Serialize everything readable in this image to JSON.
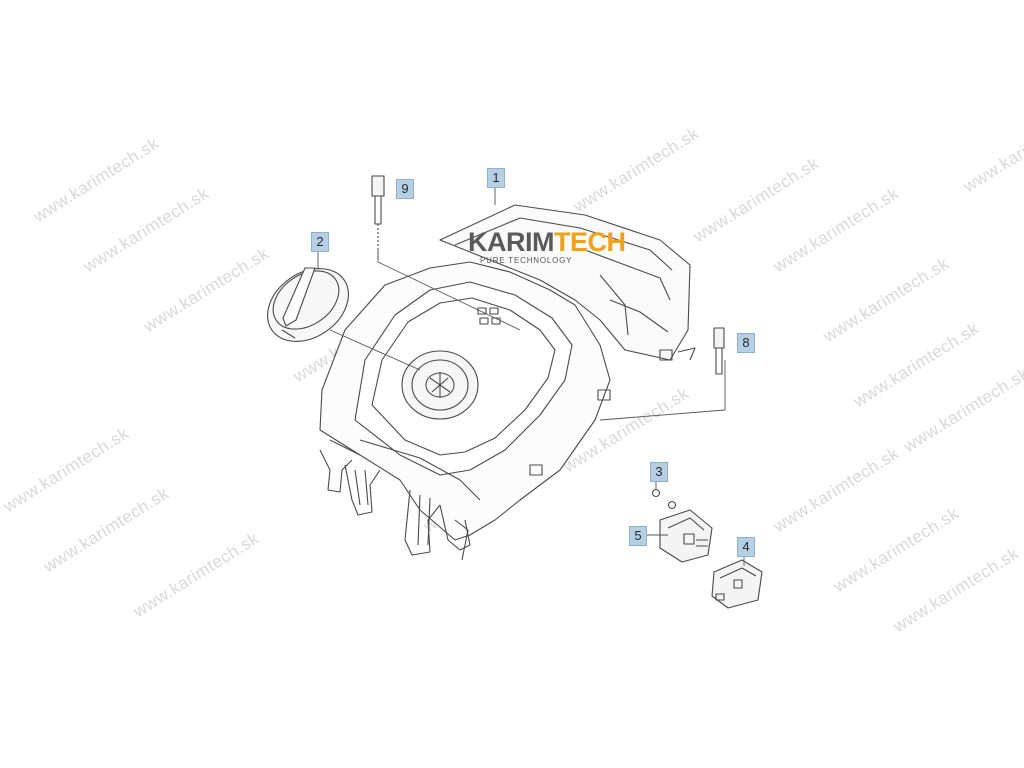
{
  "watermark": {
    "text": "www.karimtech.sk"
  },
  "brand": {
    "name_part1": "KARIM",
    "name_part2": "TECH",
    "tagline": "PURE TECHNOLOGY",
    "color_dark": "#5a5a5a",
    "color_accent": "#f0a11a"
  },
  "callouts": [
    {
      "id": "callout-1",
      "label": "1",
      "part": "housing"
    },
    {
      "id": "callout-2",
      "label": "2",
      "part": "knob"
    },
    {
      "id": "callout-3",
      "label": "3",
      "part": "screw"
    },
    {
      "id": "callout-4",
      "label": "4",
      "part": "switch-module"
    },
    {
      "id": "callout-5",
      "label": "5",
      "part": "switch-assembly"
    },
    {
      "id": "callout-8",
      "label": "8",
      "part": "pin-right"
    },
    {
      "id": "callout-9",
      "label": "9",
      "part": "pin-left"
    }
  ],
  "colors": {
    "callout_fill": "#b7cfe3",
    "line": "#4a4a4a"
  }
}
